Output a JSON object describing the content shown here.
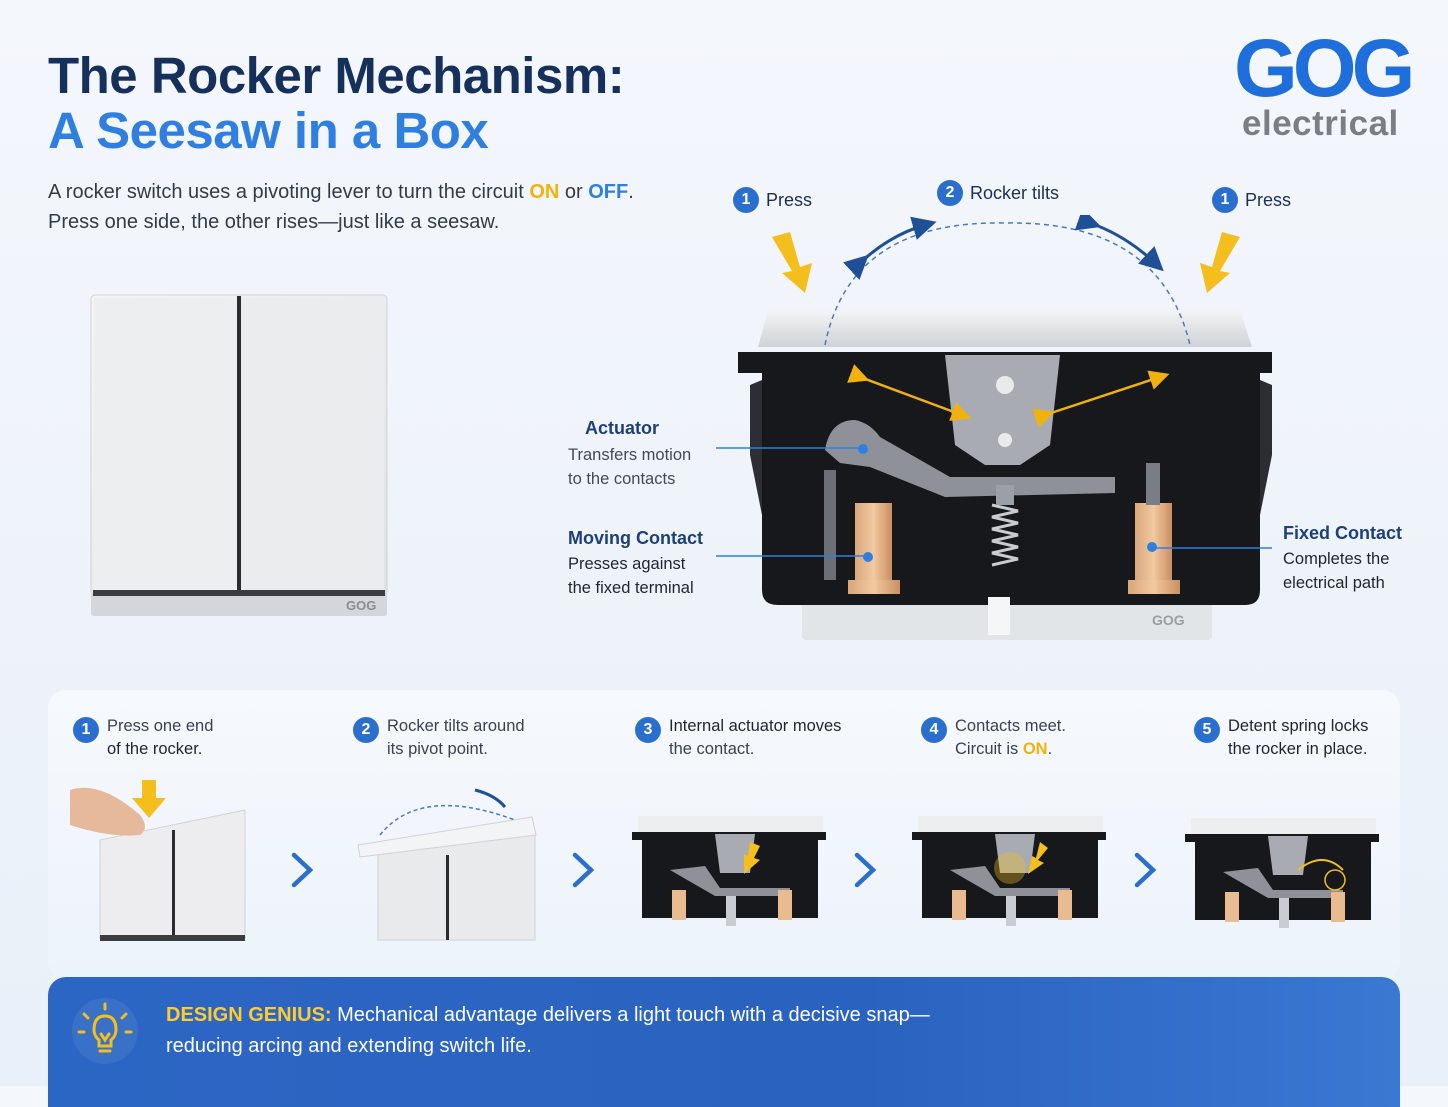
{
  "title": {
    "line1": "The Rocker Mechanism:",
    "line2": "A Seesaw in a Box"
  },
  "intro": {
    "line1_pre": "A rocker switch uses a pivoting lever to turn the circuit ",
    "on": "ON",
    "mid": " or ",
    "off": "OFF",
    "dot": ".",
    "line2": "Press one side, the other rises—just like a seesaw."
  },
  "logo": {
    "mark": "GOG",
    "sub": "electrical"
  },
  "diagram_labels": {
    "press_left": {
      "num": "1",
      "text": "Press"
    },
    "rocker_tilts": {
      "num": "2",
      "text": "Rocker tilts"
    },
    "press_right": {
      "num": "1",
      "text": "Press"
    }
  },
  "callouts": {
    "actuator": {
      "title": "Actuator",
      "line1": "Transfers motion",
      "line2": "to the contacts"
    },
    "moving_contact": {
      "title": "Moving Contact",
      "line1": "Presses against",
      "line2": "the fixed terminal"
    },
    "fixed_contact": {
      "title": "Fixed Contact",
      "line1": "Completes the",
      "line2": "electrical path"
    }
  },
  "brand_marks": {
    "switch": "GOG",
    "housing": "GOG"
  },
  "steps": [
    {
      "num": "1",
      "line1": "Press one end",
      "line2": "of the rocker."
    },
    {
      "num": "2",
      "line1": "Rocker tilts around",
      "line2": "its pivot point."
    },
    {
      "num": "3",
      "line1": "Internal actuator moves",
      "line2": "the contact."
    },
    {
      "num": "4",
      "line1": "Contacts meet.",
      "line2_pre": "Circuit is ",
      "line2_on": "ON",
      "line2_post": "."
    },
    {
      "num": "5",
      "line1": "Detent spring locks",
      "line2": "the rocker in place."
    }
  ],
  "banner": {
    "label": "DESIGN GENIUS:",
    "line1": " Mechanical advantage delivers a light touch with a decisive snap—",
    "line2": "reducing arcing and extending switch life."
  },
  "colors": {
    "navy": "#16305c",
    "blue": "#2f7fe0",
    "yellow": "#f2b20c",
    "banner": "#2c66c4"
  },
  "icons": [
    "lightbulb-gear-icon",
    "press-arrow-icon",
    "tilt-arrow-icon",
    "chevron-right-icon"
  ]
}
